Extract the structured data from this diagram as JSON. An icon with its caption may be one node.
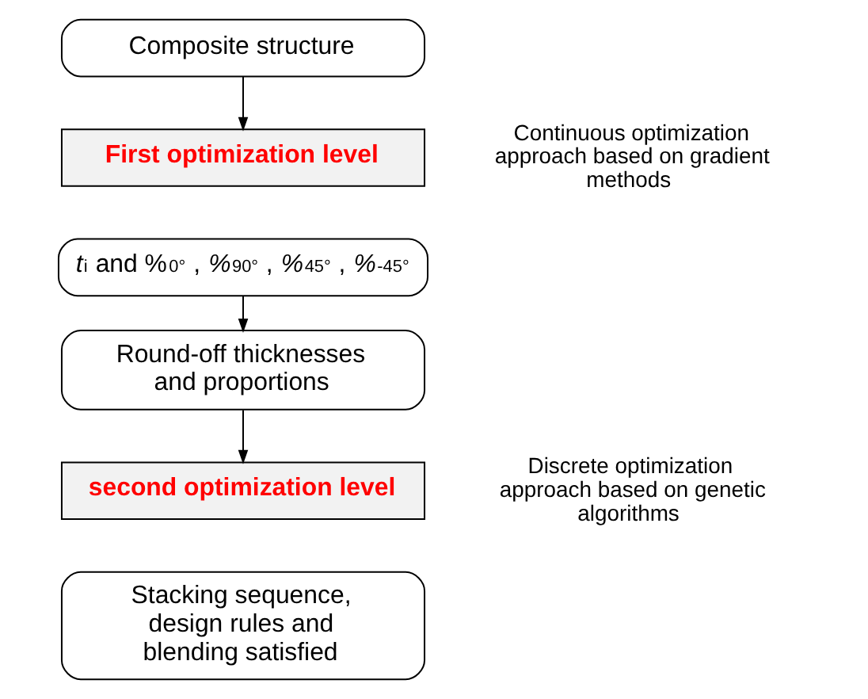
{
  "diagram": {
    "nodes": [
      {
        "text": [
          "Composite structure"
        ]
      },
      {
        "text": [
          "First optimization level"
        ],
        "beside": [
          "Continuous optimization approach based on gradient methods"
        ]
      },
      {
        "text": [
          "*t*$_{i}$ and %$_{0°}$ , *%*$_{90°}$ , *%*$_{45°}$ , *%*$_{-45°}$"
        ]
      },
      {
        "text": [
          "Round-off thicknesses and proportions"
        ]
      },
      {
        "text": [
          "second optimization level"
        ],
        "beside": [
          "Discrete optimization approach based on genetic algorithms"
        ]
      },
      {
        "text": [
          "Stacking sequence, design rules and blending satisfied"
        ]
      }
    ],
    "edges": [
      {
        "from": 0,
        "to": 1,
        "arrow": "to"
      },
      {
        "from": 2,
        "to": 3,
        "arrow": "to"
      },
      {
        "from": 3,
        "to": 4,
        "arrow": "to"
      }
    ]
  }
}
